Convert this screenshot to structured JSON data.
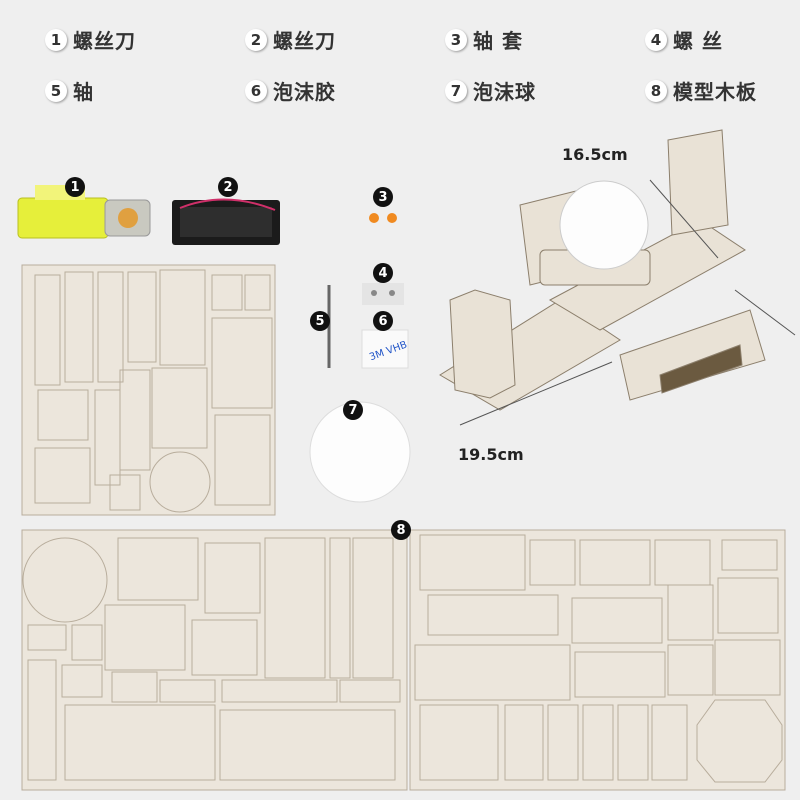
{
  "legend": [
    {
      "num": "1",
      "label": "螺丝刀"
    },
    {
      "num": "2",
      "label": "螺丝刀"
    },
    {
      "num": "3",
      "label": "轴 套"
    },
    {
      "num": "4",
      "label": "螺 丝"
    },
    {
      "num": "5",
      "label": "轴"
    },
    {
      "num": "6",
      "label": "泡沫胶"
    },
    {
      "num": "7",
      "label": "泡沫球"
    },
    {
      "num": "8",
      "label": "模型木板"
    }
  ],
  "markers": [
    "1",
    "2",
    "3",
    "4",
    "5",
    "6",
    "7",
    "8"
  ],
  "dimensions": {
    "width": "16.5cm",
    "length": "19.5cm"
  },
  "colors": {
    "wood": "#ece6dc",
    "motor": "#e8f03a",
    "foam": "#ffffff",
    "bushing": "#f08a20"
  }
}
